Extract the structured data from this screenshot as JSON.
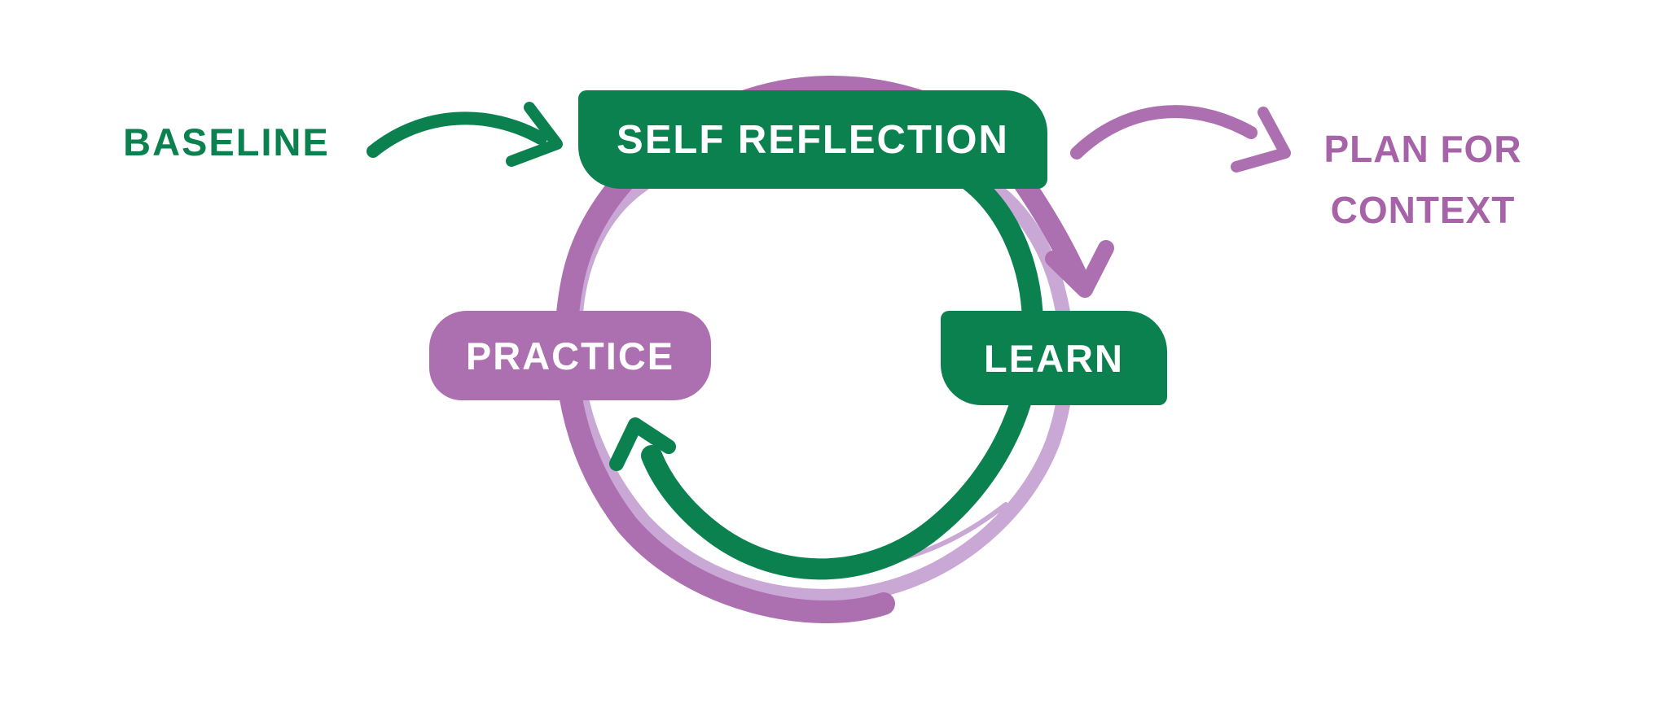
{
  "diagram": {
    "title_semantic": "self-reflection learning cycle",
    "nodes": {
      "self_reflection": "SELF REFLECTION",
      "learn": "LEARN",
      "practice": "PRACTICE"
    },
    "external_labels": {
      "baseline": "BASELINE",
      "plan_for_context": {
        "line1": "PLAN FOR",
        "line2": "CONTEXT"
      }
    },
    "flow": [
      "BASELINE -> SELF REFLECTION (green arrow)",
      "SELF REFLECTION -> PLAN FOR CONTEXT (purple arrow)",
      "SELF REFLECTION -> LEARN (purple arrow on ring)",
      "LEARN -> PRACTICE (green arrow on ring)"
    ],
    "icons": [
      "curved-arrow-icon-green-in",
      "curved-arrow-icon-purple-out",
      "ring-arrow-purple-to-learn",
      "ring-arrow-green-to-practice"
    ]
  },
  "colors": {
    "green": "#0B8150",
    "purple": "#AC6FAF",
    "lightPurple": "#C9A8D6",
    "textPurple": "#A763A7",
    "pillText": "#FFFFFF",
    "background": "#FFFFFF"
  }
}
